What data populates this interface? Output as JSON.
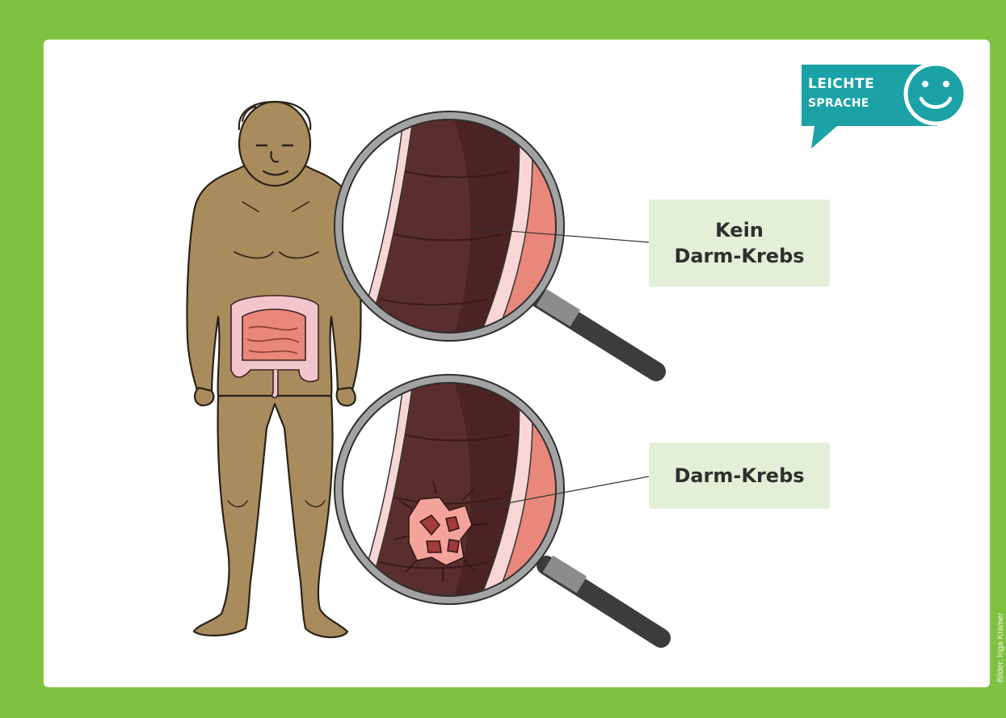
{
  "badge": {
    "line1": "LEICHTE",
    "line2": "SPRACHE",
    "icon": "smiley-icon"
  },
  "labels": {
    "no_cancer_line1": "Kein",
    "no_cancer_line2": "Darm-Krebs",
    "cancer": "Darm-Krebs"
  },
  "credit": "Bilder: Inga Kramer",
  "colors": {
    "frame": "#7fc241",
    "badge": "#1aa2a6",
    "label_bg": "#e3efd7",
    "skin": "#a98c5e",
    "bowel": "#5a2e2c"
  }
}
